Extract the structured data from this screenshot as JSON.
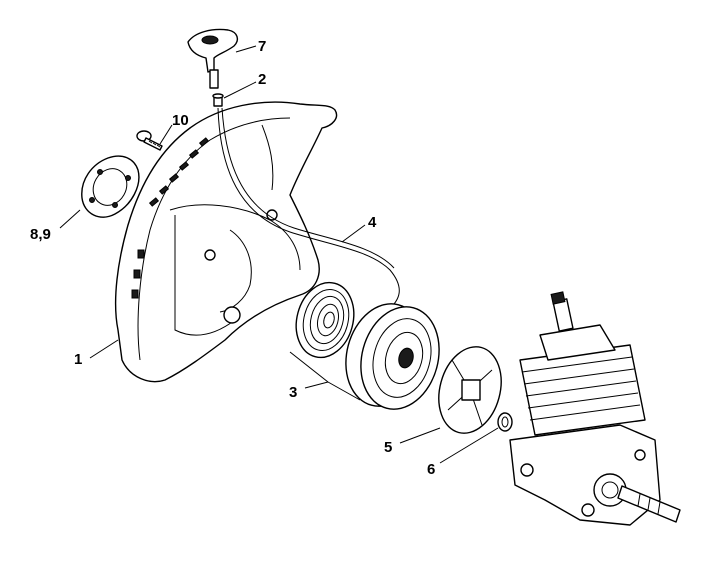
{
  "callouts": {
    "c1": "1",
    "c2": "2",
    "c3": "3",
    "c4": "4",
    "c5": "5",
    "c6": "6",
    "c7": "7",
    "c89": "8,9",
    "c10": "10"
  }
}
